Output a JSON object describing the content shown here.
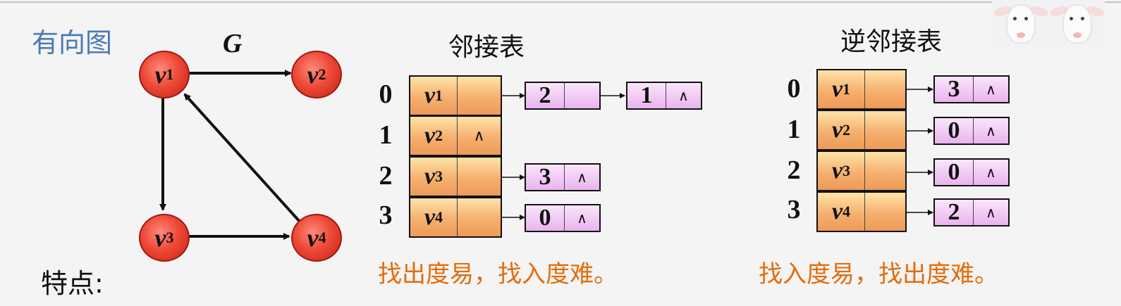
{
  "slide_title": "有向图",
  "feature_label": "特点:",
  "graph": {
    "name": "G",
    "nodes": [
      {
        "letter": "v",
        "sub": "1"
      },
      {
        "letter": "v",
        "sub": "2"
      },
      {
        "letter": "v",
        "sub": "3"
      },
      {
        "letter": "v",
        "sub": "4"
      }
    ],
    "edges": [
      [
        "v1",
        "v2"
      ],
      [
        "v1",
        "v3"
      ],
      [
        "v3",
        "v4"
      ],
      [
        "v4",
        "v1"
      ]
    ]
  },
  "adjacency": {
    "title": "邻接表",
    "note": "找出度易，找入度难。",
    "rows": [
      {
        "index": "0",
        "letter": "v",
        "sub": "1",
        "head_null": "",
        "list": [
          {
            "adj": "2",
            "next": ""
          },
          {
            "adj": "1",
            "next": "∧"
          }
        ]
      },
      {
        "index": "1",
        "letter": "v",
        "sub": "2",
        "head_null": "∧",
        "list": []
      },
      {
        "index": "2",
        "letter": "v",
        "sub": "3",
        "head_null": "",
        "list": [
          {
            "adj": "3",
            "next": "∧"
          }
        ]
      },
      {
        "index": "3",
        "letter": "v",
        "sub": "4",
        "head_null": "",
        "list": [
          {
            "adj": "0",
            "next": "∧"
          }
        ]
      }
    ]
  },
  "inverse": {
    "title": "逆邻接表",
    "note": "找入度易，找出度难。",
    "rows": [
      {
        "index": "0",
        "letter": "v",
        "sub": "1",
        "list": [
          {
            "adj": "3",
            "next": "∧"
          }
        ]
      },
      {
        "index": "1",
        "letter": "v",
        "sub": "2",
        "list": [
          {
            "adj": "0",
            "next": "∧"
          }
        ]
      },
      {
        "index": "2",
        "letter": "v",
        "sub": "3",
        "list": [
          {
            "adj": "0",
            "next": "∧"
          }
        ]
      },
      {
        "index": "3",
        "letter": "v",
        "sub": "4",
        "list": [
          {
            "adj": "2",
            "next": "∧"
          }
        ]
      }
    ]
  }
}
